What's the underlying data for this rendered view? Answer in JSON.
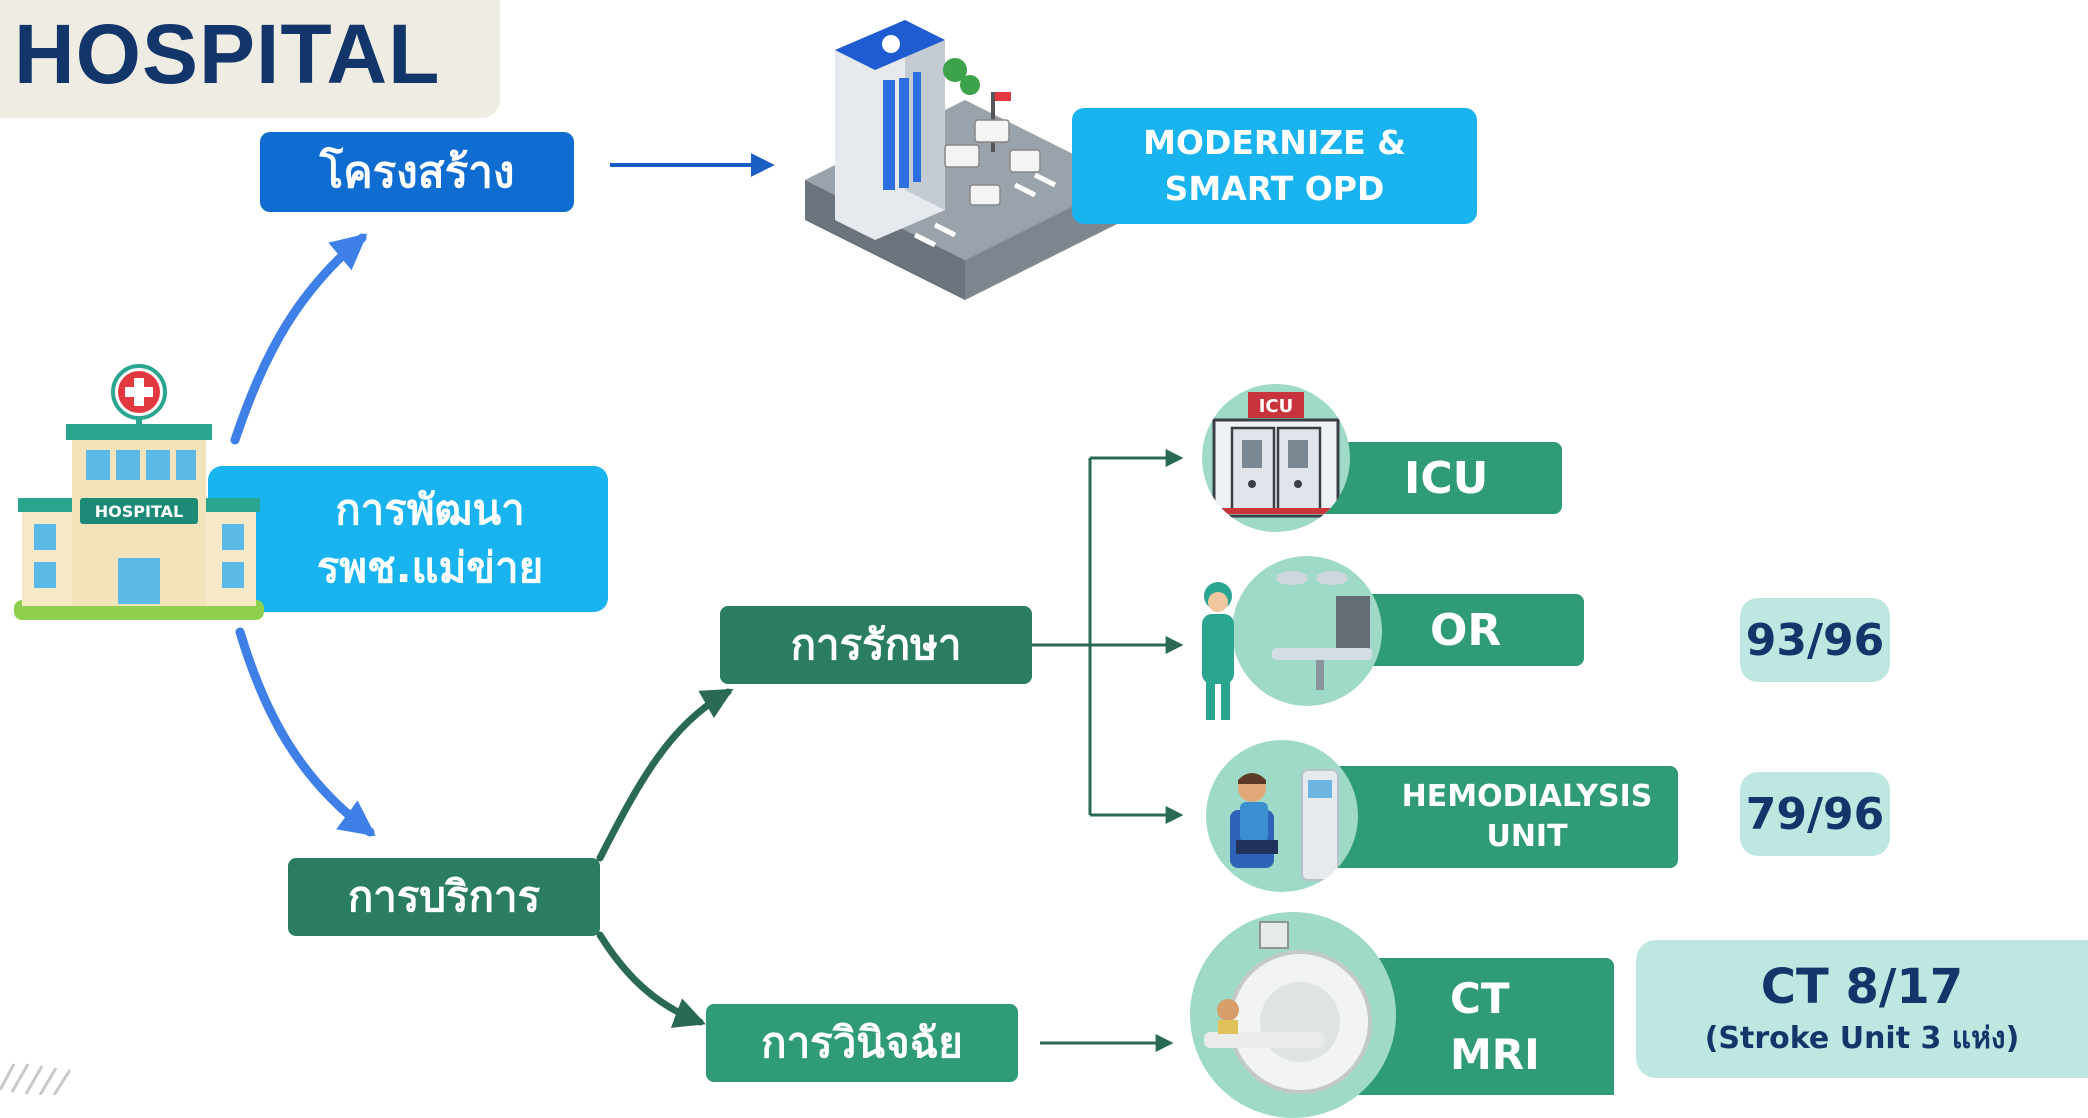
{
  "header": {
    "title": "HOSPITAL"
  },
  "nodes": {
    "hub": {
      "line1": "การพัฒนา",
      "line2": "รพช.แม่ข่าย",
      "building_label": "HOSPITAL"
    },
    "structure": "โครงสร้าง",
    "modernize": {
      "line1": "MODERNIZE &",
      "line2": "SMART OPD"
    },
    "service": "การบริการ",
    "treatment": "การรักษา",
    "diagnosis": "การวินิจฉัย",
    "icu": {
      "label": "ICU",
      "sign": "ICU"
    },
    "or": {
      "label": "OR",
      "score": "93/96"
    },
    "hemodialysis": {
      "line1": "HEMODIALYSIS",
      "line2": "UNIT",
      "score": "79/96"
    },
    "ctmri": {
      "line1": "CT",
      "line2": "MRI",
      "score_main": "CT 8/17",
      "score_sub": "(Stroke Unit 3 แห่ง)"
    }
  },
  "colors": {
    "navy": "#12366a",
    "blue": "#0f6cd1",
    "cyan": "#19b3f0",
    "arrow_blue": "#3f7fe8",
    "green_dark": "#2a7d62",
    "green_mid": "#2f9c75",
    "mint": "#bfe7e1",
    "title_bg": "#efece3"
  }
}
